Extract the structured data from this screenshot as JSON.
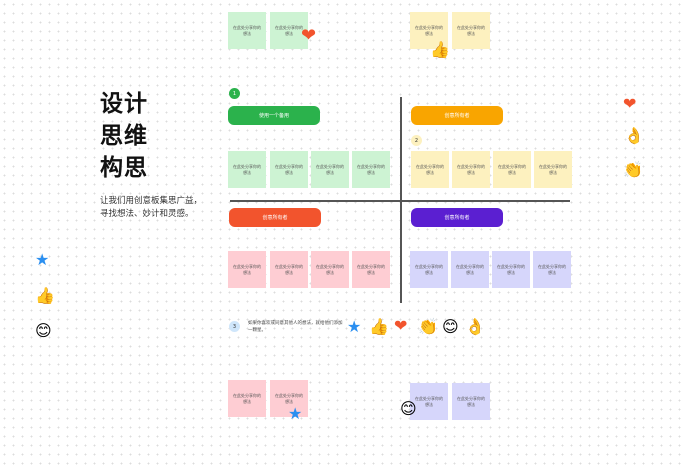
{
  "title_lines": [
    "设计",
    "思维",
    "构思"
  ],
  "subtitle": "让我们用创意板集思广益，寻找想法、妙计和灵感。",
  "sticky_text": "在此处分享你的想法",
  "sections": {
    "green": {
      "number": "1",
      "button": "使用一个备用",
      "color": "#2bb24c"
    },
    "orange": {
      "number": "2",
      "button": "创意所有者",
      "color": "#f9a500"
    },
    "red": {
      "button": "创意所有者",
      "color": "#f2542d"
    },
    "purple": {
      "button": "创意所有者",
      "color": "#5b1fd1"
    }
  },
  "step3": {
    "number": "3",
    "text": "如果你喜欢或同意其他人的想法，就给他们添加一颗星。"
  },
  "reactions": [
    "star-icon",
    "thumbs-up-icon",
    "heart-icon",
    "clap-icon",
    "smile-icon",
    "ok-hand-icon"
  ]
}
